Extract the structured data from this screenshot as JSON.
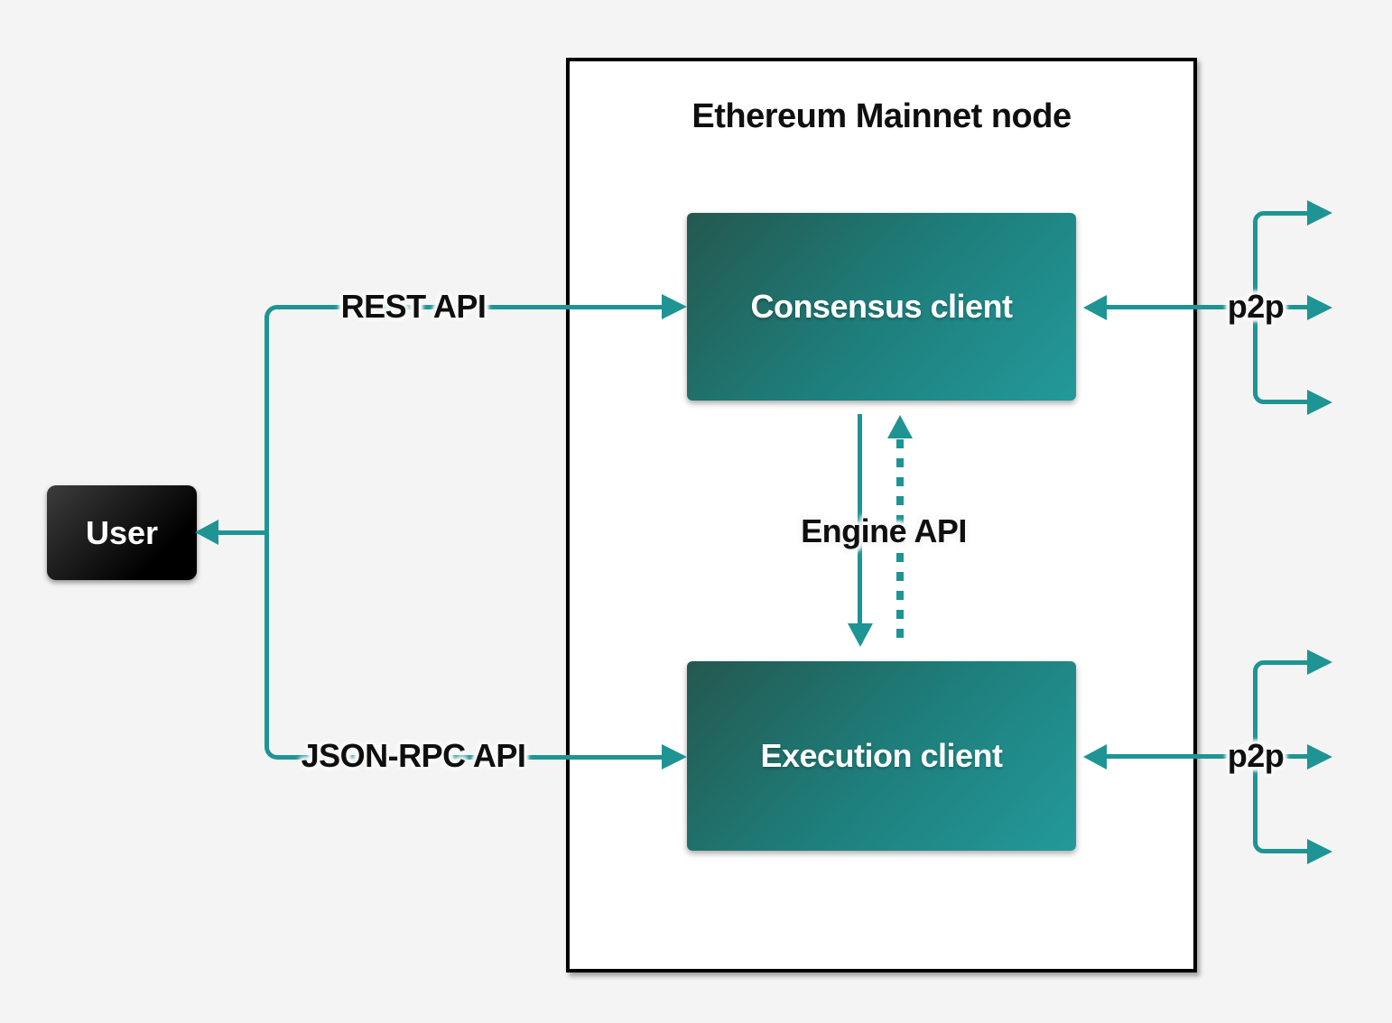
{
  "colors": {
    "background": "#f4f4f4",
    "node_background": "#ffffff",
    "node_border": "#000000",
    "accent_teal": "#1e9494",
    "client_gradient_start": "#24584f",
    "client_gradient_mid": "#1e7f7c",
    "client_gradient_end": "#23999a",
    "user_gradient_start": "#3c3c3c",
    "user_gradient_end": "#000000",
    "label_text": "#0f0f0f",
    "box_label_text": "#ffffff"
  },
  "diagram": {
    "title": "Ethereum Mainnet node",
    "boxes": {
      "user": {
        "label": "User"
      },
      "consensus": {
        "label": "Consensus client"
      },
      "execution": {
        "label": "Execution client"
      }
    },
    "edges": {
      "rest_api": {
        "label": "REST API"
      },
      "json_rpc_api": {
        "label": "JSON-RPC API"
      },
      "engine_api": {
        "label": "Engine API"
      },
      "p2p_consensus": {
        "label": "p2p"
      },
      "p2p_execution": {
        "label": "p2p"
      }
    }
  }
}
